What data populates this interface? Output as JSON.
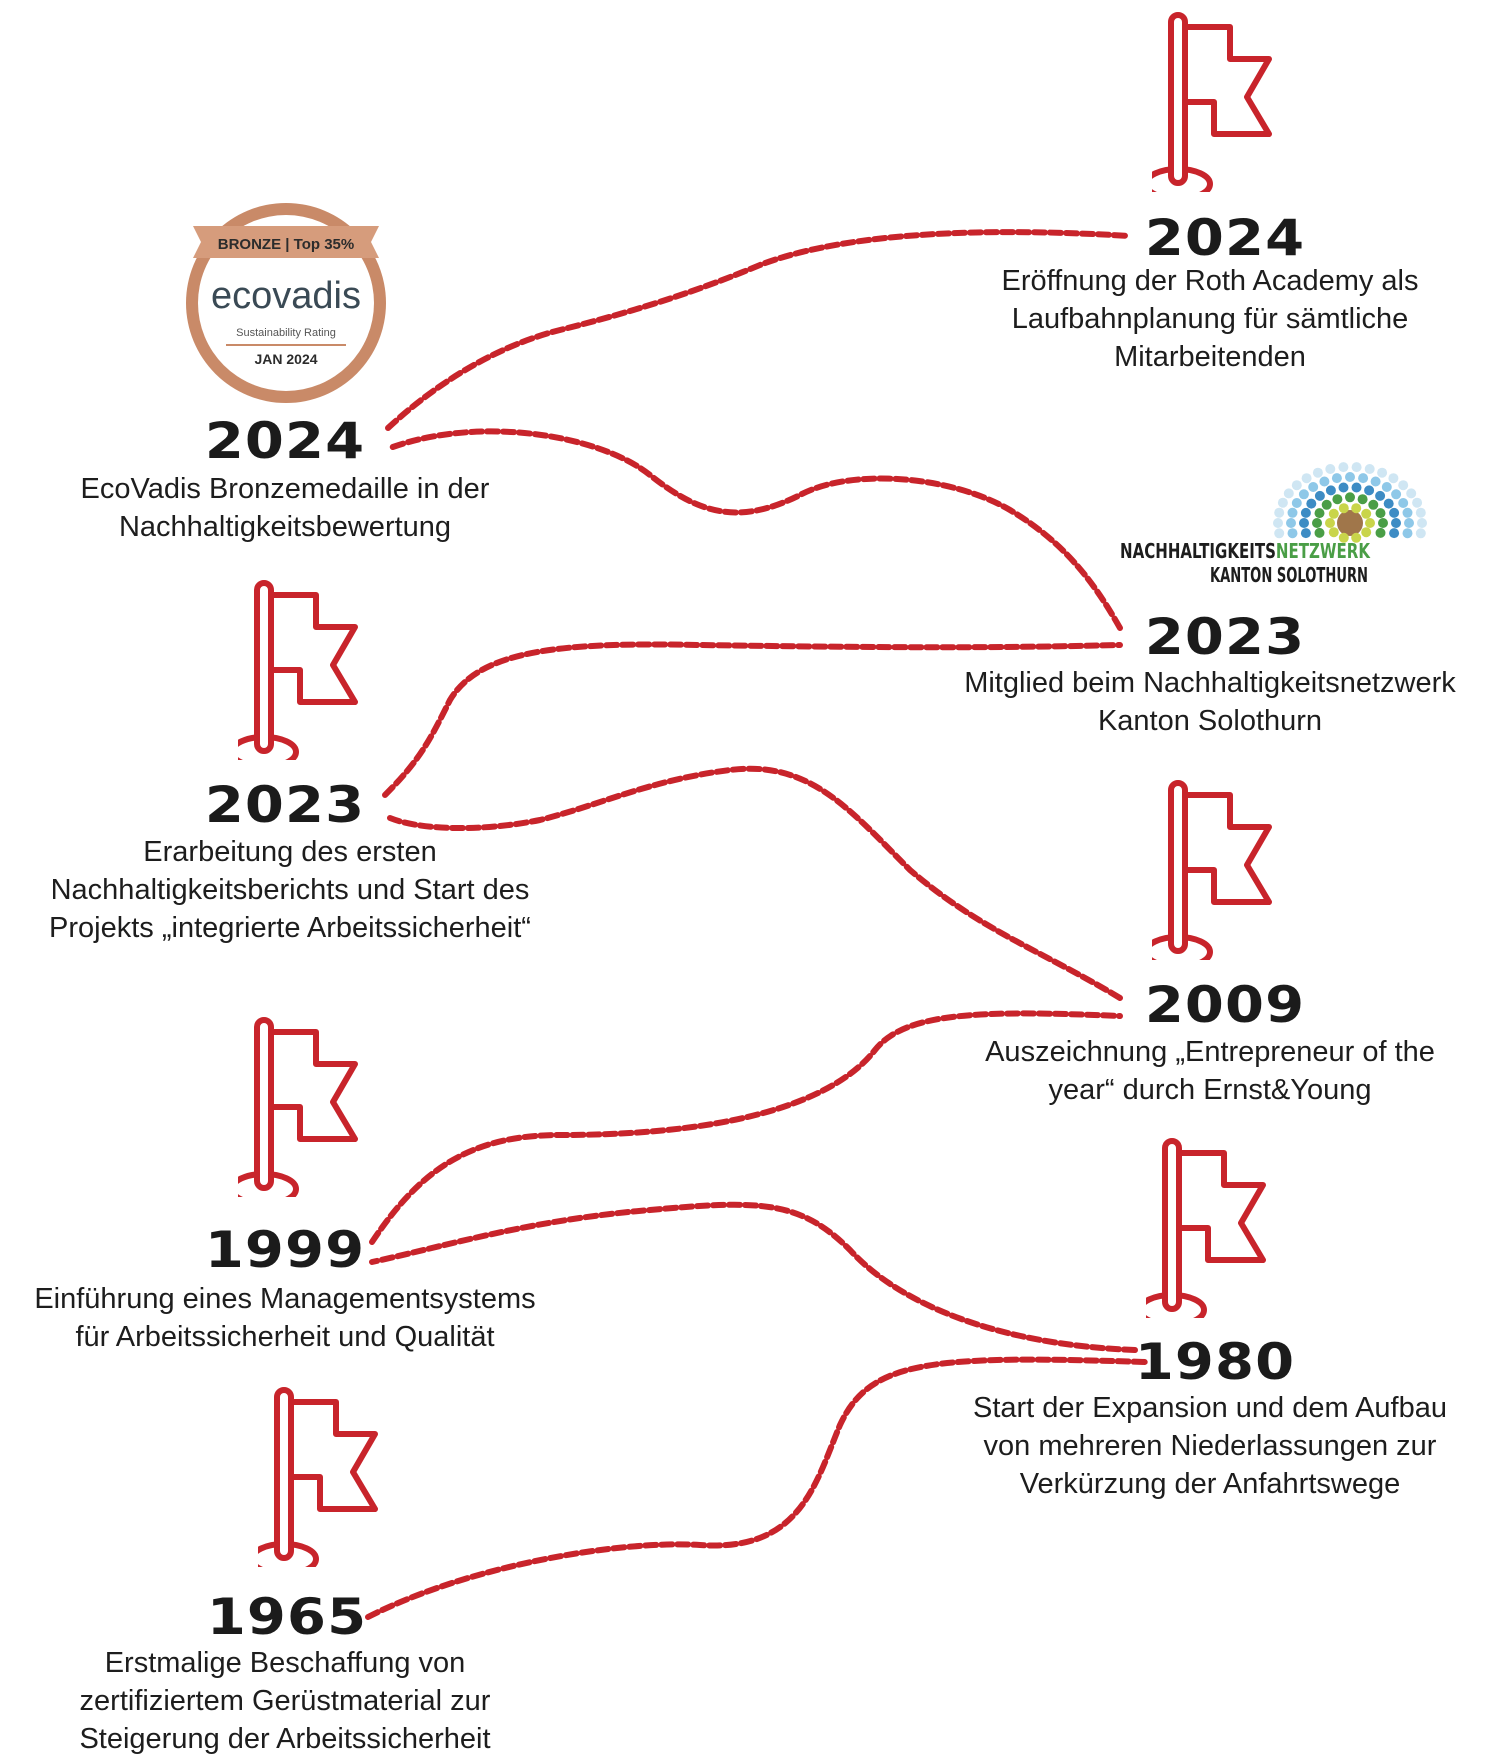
{
  "colors": {
    "accent": "#c8242b",
    "text": "#1d1d1d",
    "badge_ring": "#c98a68"
  },
  "milestones": [
    {
      "year": "2024",
      "lines": [
        "Eröffnung der Roth Academy als",
        "Laufbahnplanung für sämtliche",
        "Mitarbeitenden"
      ]
    },
    {
      "year": "2024",
      "lines": [
        "EcoVadis Bronzemedaille in der",
        "Nachhaltigkeitsbewertung"
      ]
    },
    {
      "year": "2023",
      "lines": [
        "Mitglied beim Nachhaltigkeitsnetzwerk",
        "Kanton Solothurn"
      ]
    },
    {
      "year": "2023",
      "lines": [
        "Erarbeitung des ersten",
        "Nachhaltigkeitsberichts und Start des",
        "Projekts „integrierte Arbeitssicherheit“"
      ]
    },
    {
      "year": "2009",
      "lines": [
        "Auszeichnung „Entrepreneur of the",
        "year“ durch Ernst&Young"
      ]
    },
    {
      "year": "1999",
      "lines": [
        "Einführung eines Managementsystems",
        "für Arbeitssicherheit und Qualität"
      ]
    },
    {
      "year": "1980",
      "lines": [
        "Start der Expansion und dem Aufbau",
        "von mehreren Niederlassungen zur",
        "Verkürzung der Anfahrtswege"
      ]
    },
    {
      "year": "1965",
      "lines": [
        "Erstmalige Beschaffung von",
        "zertifiziertem Gerüstmaterial zur",
        "Steigerung der Arbeitssicherheit"
      ]
    }
  ],
  "ecovadis_badge": {
    "tier": "BRONZE",
    "rank": "Top 35%",
    "brand": "ecovadis",
    "rating_label": "Sustainability Rating",
    "date": "JAN 2024"
  },
  "network_logo": {
    "line1_dark": "NACHHALTIGKEITS",
    "line1_green": "NETZWERK",
    "line2": "KANTON SOLOTHURN"
  },
  "icons": {
    "milestone_marker": "flag-icon",
    "connector": "dashed-path"
  }
}
